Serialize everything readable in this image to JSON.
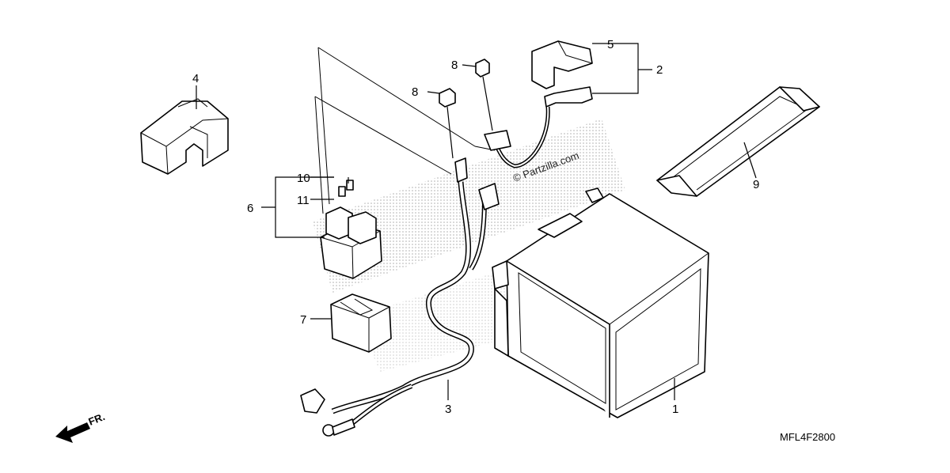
{
  "diagram": {
    "callouts": [
      {
        "id": "c1",
        "label": "1"
      },
      {
        "id": "c2",
        "label": "2"
      },
      {
        "id": "c3",
        "label": "3"
      },
      {
        "id": "c4",
        "label": "4"
      },
      {
        "id": "c5",
        "label": "5"
      },
      {
        "id": "c6",
        "label": "6"
      },
      {
        "id": "c7",
        "label": "7"
      },
      {
        "id": "c8a",
        "label": "8"
      },
      {
        "id": "c8b",
        "label": "8"
      },
      {
        "id": "c9",
        "label": "9"
      },
      {
        "id": "c10",
        "label": "10"
      },
      {
        "id": "c11",
        "label": "11"
      }
    ],
    "diagram_code": "MFL4F2800",
    "watermark": "© Partzilla.com",
    "direction_label": "FR."
  }
}
